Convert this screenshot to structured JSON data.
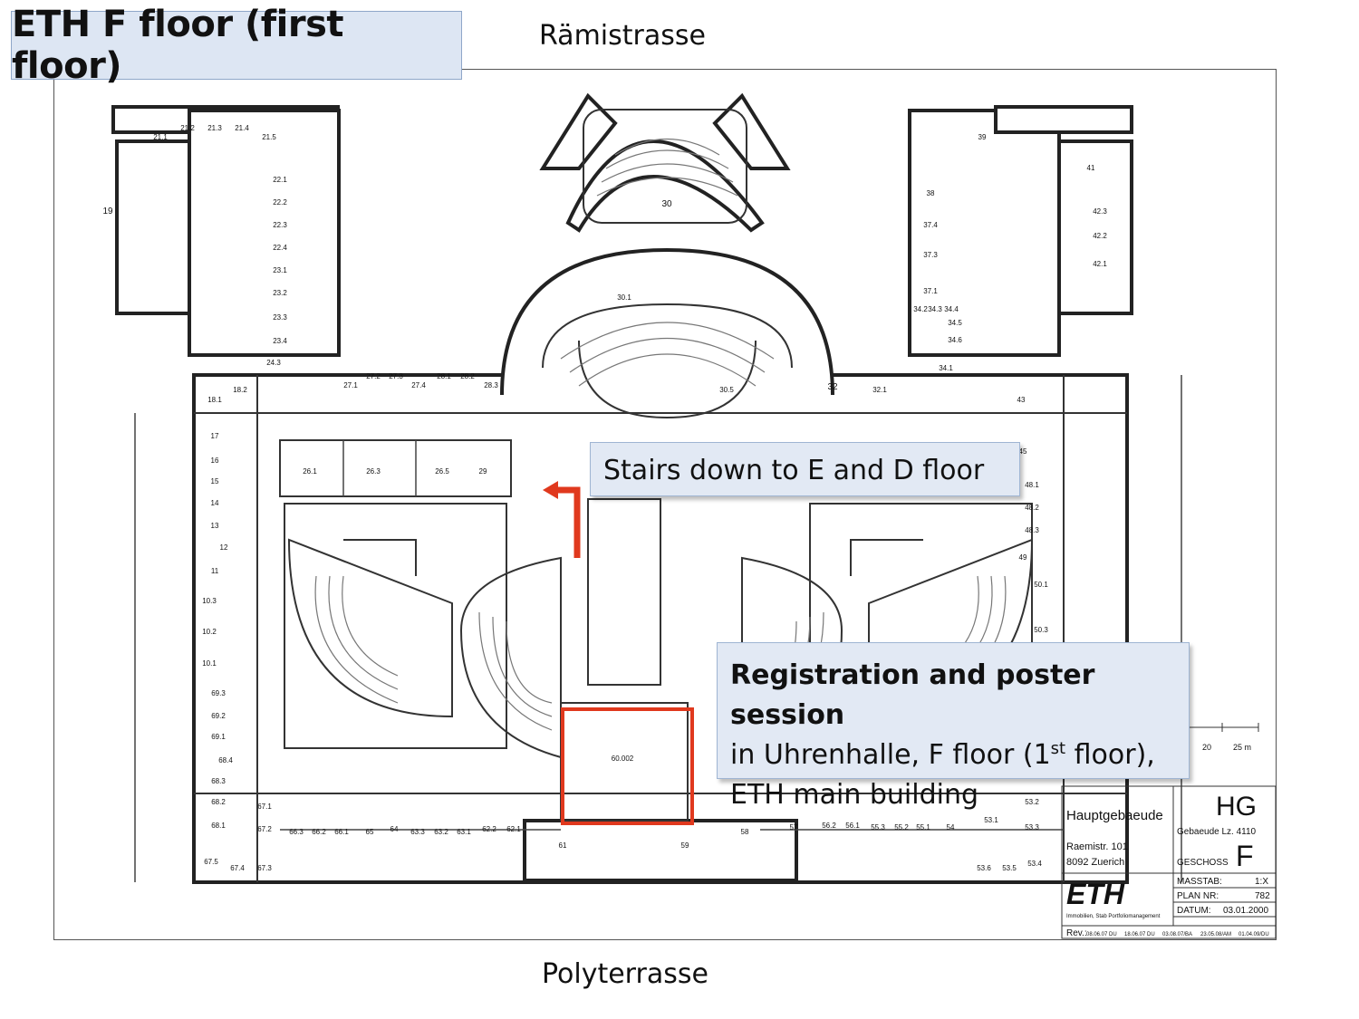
{
  "title": "ETH F floor (first floor)",
  "streets": {
    "top": "Rämistrasse",
    "bottom": "Polyterrasse"
  },
  "callouts": {
    "stairs": "Stairs down to E and D floor",
    "registration": {
      "heading": "Registration and poster session",
      "line1_before": "in Uhrenhalle, F floor (1",
      "line1_sup": "st",
      "line1_after": " floor),",
      "line2": "ETH main building"
    }
  },
  "rooms": [
    "21.1",
    "21.2",
    "21.3",
    "21.4",
    "21.5",
    "19",
    "22.1",
    "22.2",
    "22.3",
    "22.4",
    "23.1",
    "23.2",
    "23.3",
    "23.4",
    "24.3",
    "30",
    "30.1",
    "39",
    "41",
    "42.3",
    "42.2",
    "42.1",
    "38",
    "37.4",
    "37.3",
    "37.1",
    "34.2",
    "34.3",
    "34.4",
    "34.5",
    "34.6",
    "34.1",
    "27.1",
    "27.2",
    "27.3",
    "27.4",
    "28.1",
    "28.2",
    "28.3",
    "30.5",
    "32",
    "32.1",
    "43",
    "18.1",
    "18.2",
    "17",
    "16",
    "15",
    "14",
    "13",
    "12",
    "11",
    "26.1",
    "26.3",
    "26.5",
    "29",
    "45",
    "48.1",
    "48.2",
    "48.3",
    "49",
    "50.1",
    "50.3",
    "10.3",
    "10.2",
    "10.1",
    "69.3",
    "69.2",
    "69.1",
    "68.4",
    "68.3",
    "68.2",
    "68.1",
    "67.1",
    "67.2",
    "67.5",
    "67.4",
    "67.3",
    "66.3",
    "66.2",
    "66.1",
    "65",
    "64",
    "63.3",
    "63.2",
    "63.1",
    "62.2",
    "62.1",
    "61",
    "60.002",
    "59",
    "58",
    "57",
    "56.2",
    "56.1",
    "55.3",
    "55.2",
    "55.1",
    "54",
    "53.1",
    "53.2",
    "53.3",
    "53.4",
    "53.5",
    "53.6"
  ],
  "scale_labels": [
    "20",
    "25 m"
  ],
  "title_block": {
    "building": "Hauptgebaeude",
    "code": "HG",
    "building_no": "Gebaeude Lz. 4110",
    "address_line1": "Raemistr. 101",
    "address_line2": "8092 Zuerich",
    "floor_label": "GESCHOSS",
    "floor": "F",
    "logo": "ETH",
    "dept": "Immobilien, Stab Portfoliomanagement",
    "scale_label": "MASSTAB:",
    "scale": "1:X",
    "plan_label": "PLAN NR:",
    "plan_no": "782",
    "date_label": "DATUM:",
    "date": "03.01.2000",
    "rev_label": "Rev.:",
    "revisions": [
      "08.06.07 DU",
      "18.06.07 DU",
      "03.08.07/BA",
      "23.05.08/AM",
      "01.04.09/DU"
    ]
  },
  "colors": {
    "highlight": "#e0391e",
    "callout_bg": "#e2e9f4",
    "title_bg": "#dde6f3"
  }
}
